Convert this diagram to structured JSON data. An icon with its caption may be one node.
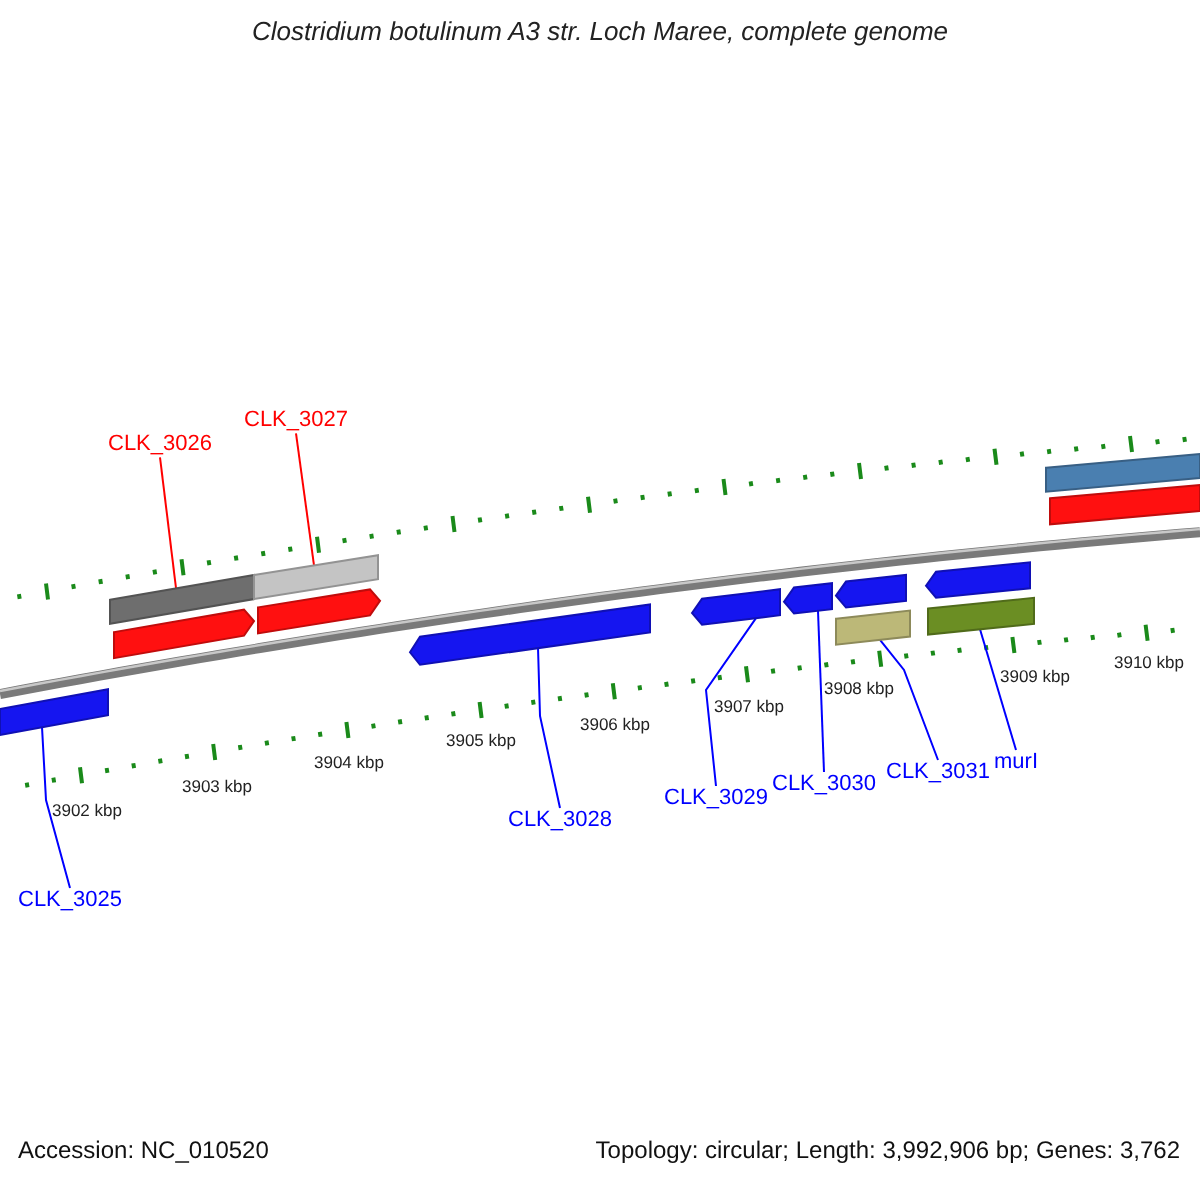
{
  "diagram": {
    "title": "Clostridium botulinum A3 str. Loch Maree, complete genome",
    "nodes": [
      {
        "text": [
          "CLK_3026"
        ]
      },
      {
        "text": [
          "CLK_3027"
        ]
      },
      {
        "text": [
          "CLK_3025"
        ]
      },
      {
        "text": [
          "CLK_3028"
        ]
      },
      {
        "text": [
          "CLK_3029"
        ]
      },
      {
        "text": [
          "CLK_3030"
        ]
      },
      {
        "text": [
          "CLK_3031"
        ]
      },
      {
        "text": [
          "murI"
        ]
      },
      {
        "text": [],
        "shape": "bar"
      },
      {
        "text": [],
        "shape": "bar"
      },
      {
        "text": [],
        "shape": "bar"
      },
      {
        "text": [],
        "shape": "bar"
      },
      {
        "text": [],
        "shape": "bar"
      },
      {
        "text": [],
        "shape": "bar"
      },
      {
        "text": [],
        "shape": "bar"
      },
      {
        "text": [],
        "shape": "bar"
      },
      {
        "text": [],
        "shape": "bar"
      },
      {
        "text": [],
        "shape": "bar"
      },
      {
        "text": [],
        "shape": "bar"
      },
      {
        "text": [],
        "shape": "bar"
      },
      {
        "text": [],
        "shape": "bar"
      },
      {
        "text": [],
        "shape": "bar"
      }
    ],
    "edges": [
      {
        "from": 0,
        "to": 9,
        "arrow": "none",
        "color": "#ff0000"
      },
      {
        "from": 1,
        "to": 11,
        "arrow": "none",
        "color": "#ff0000"
      },
      {
        "from": 2,
        "to": 8,
        "arrow": "none"
      },
      {
        "from": 3,
        "to": 13,
        "arrow": "none"
      },
      {
        "from": 4,
        "to": 14,
        "arrow": "none"
      },
      {
        "from": 5,
        "to": 15,
        "arrow": "none"
      },
      {
        "from": 6,
        "to": 17,
        "arrow": "none"
      },
      {
        "from": 7,
        "to": 19,
        "arrow": "none"
      }
    ],
    "labels": [
      "3902 kbp",
      "3903 kbp",
      "3904 kbp",
      "3905 kbp",
      "3906 kbp",
      "3907 kbp",
      "3908 kbp",
      "3909 kbp",
      "3910 kbp",
      "Accession: NC_010520",
      "Topology: circular; Length: 3,992,906 bp; Genes: 3,762"
    ]
  }
}
